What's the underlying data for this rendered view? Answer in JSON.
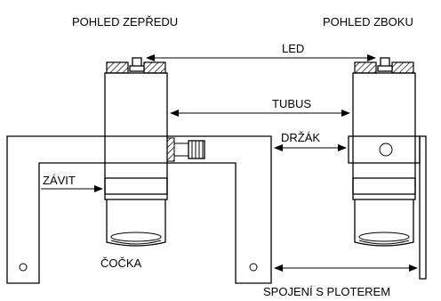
{
  "labels": {
    "front_view": "POHLED ZEPŘEDU",
    "side_view": "POHLED ZBOKU",
    "led": "LED",
    "tube": "TUBUS",
    "holder": "DRŽÁK",
    "thread": "ZÁVIT",
    "lens": "ČOČKA",
    "plotter_connection": "SPOJENÍ S PLOTEREM"
  }
}
